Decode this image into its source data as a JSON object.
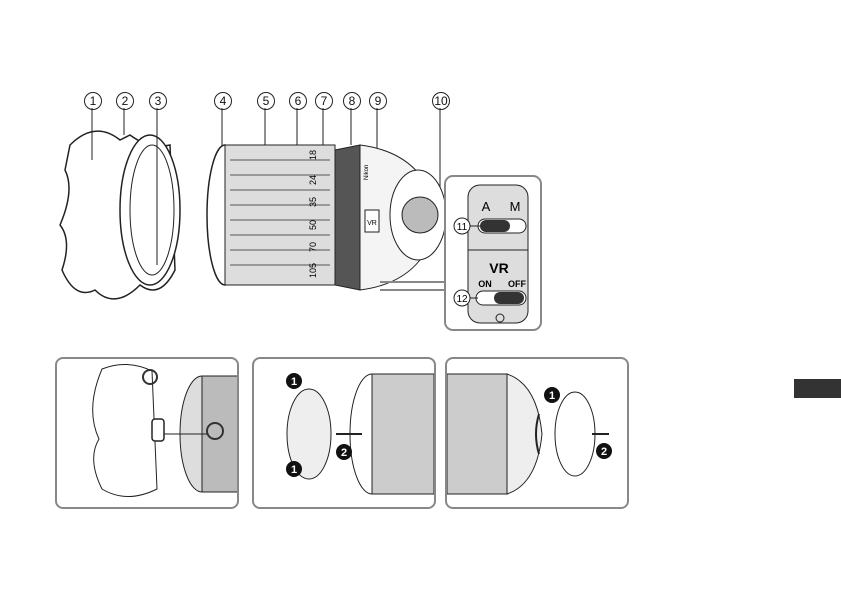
{
  "callouts": [
    "1",
    "2",
    "3",
    "4",
    "5",
    "6",
    "7",
    "8",
    "9",
    "10",
    "11",
    "12"
  ],
  "lens": {
    "focal_marks": [
      "18",
      "24",
      "35",
      "50",
      "70",
      "105"
    ],
    "vr_badge": "VR",
    "brand": "Nikon"
  },
  "switch_panel": {
    "focus_mode": {
      "label_a": "A",
      "label_m": "M"
    },
    "vr": {
      "title": "VR",
      "label_on": "ON",
      "label_off": "OFF"
    }
  },
  "steps": {
    "cap_step_1": "1",
    "cap_step_2": "2"
  }
}
